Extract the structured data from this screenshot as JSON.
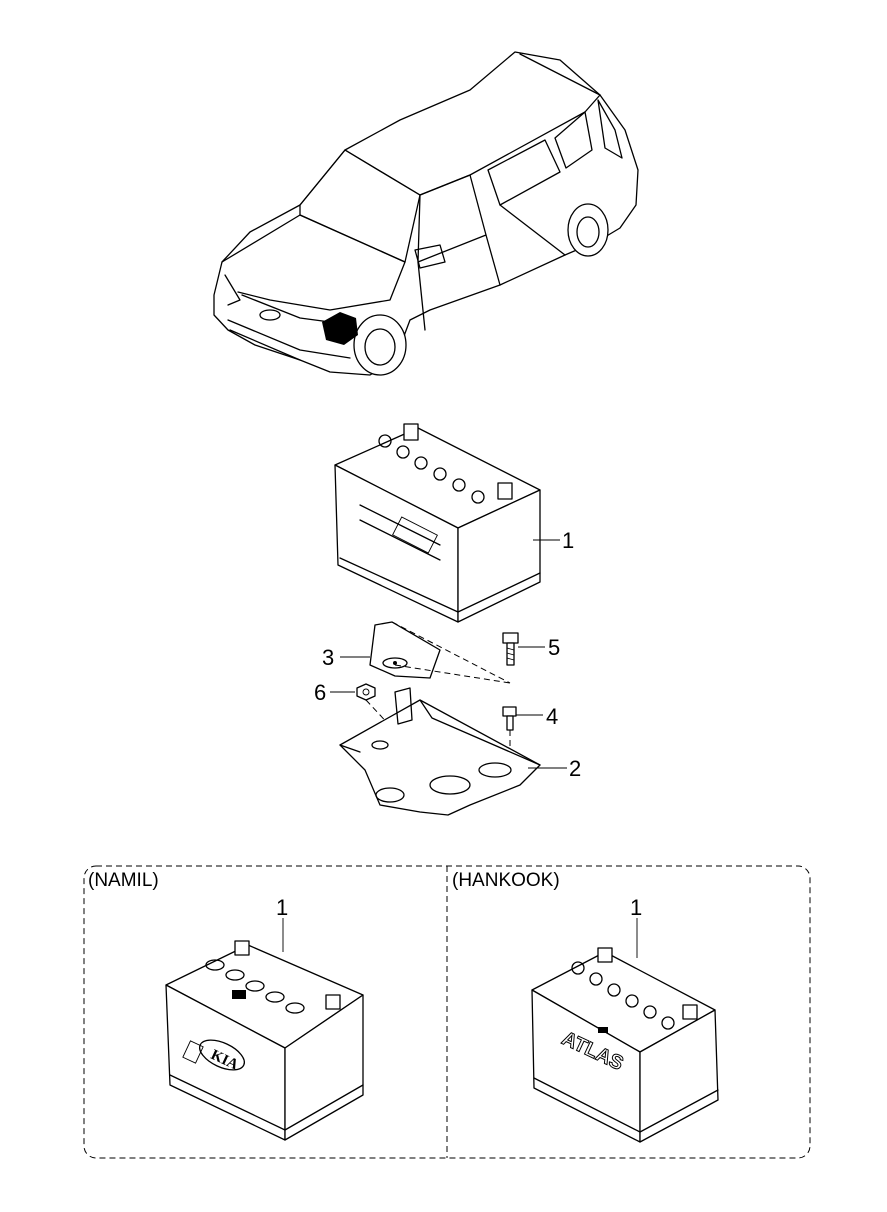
{
  "callouts": {
    "battery_main": "1",
    "tray": "2",
    "clamp": "3",
    "bolt_tray": "4",
    "bolt_clamp": "5",
    "nut": "6",
    "battery_namil": "1",
    "battery_hankook": "1"
  },
  "variants": {
    "namil_label": "(NAMIL)",
    "hankook_label": "(HANKOOK)"
  },
  "logos": {
    "namil_brand": "KIA",
    "hankook_brand": "ATLAS"
  }
}
